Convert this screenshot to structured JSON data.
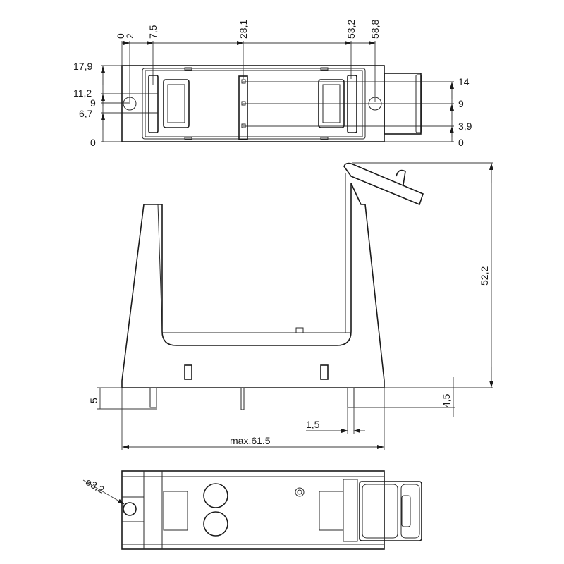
{
  "drawing": {
    "top_view": {
      "x_dims": [
        "0",
        "2",
        "7,5",
        "28,1",
        "53,2",
        "58,8"
      ],
      "y_dims_left": [
        "17,9",
        "11,2",
        "9",
        "6,7",
        "0"
      ],
      "y_dims_right": [
        "14",
        "9",
        "3,9",
        "0"
      ]
    },
    "front_view": {
      "height": "52,2",
      "pin_length_left": "5",
      "pin_length_right": "4,5",
      "pin_width": "1,5",
      "overall_width": "max.61.5"
    },
    "bottom_view": {
      "hole_diameter": "ø3,2"
    },
    "colors": {
      "line": "#1a1a1a",
      "background": "#ffffff"
    }
  }
}
